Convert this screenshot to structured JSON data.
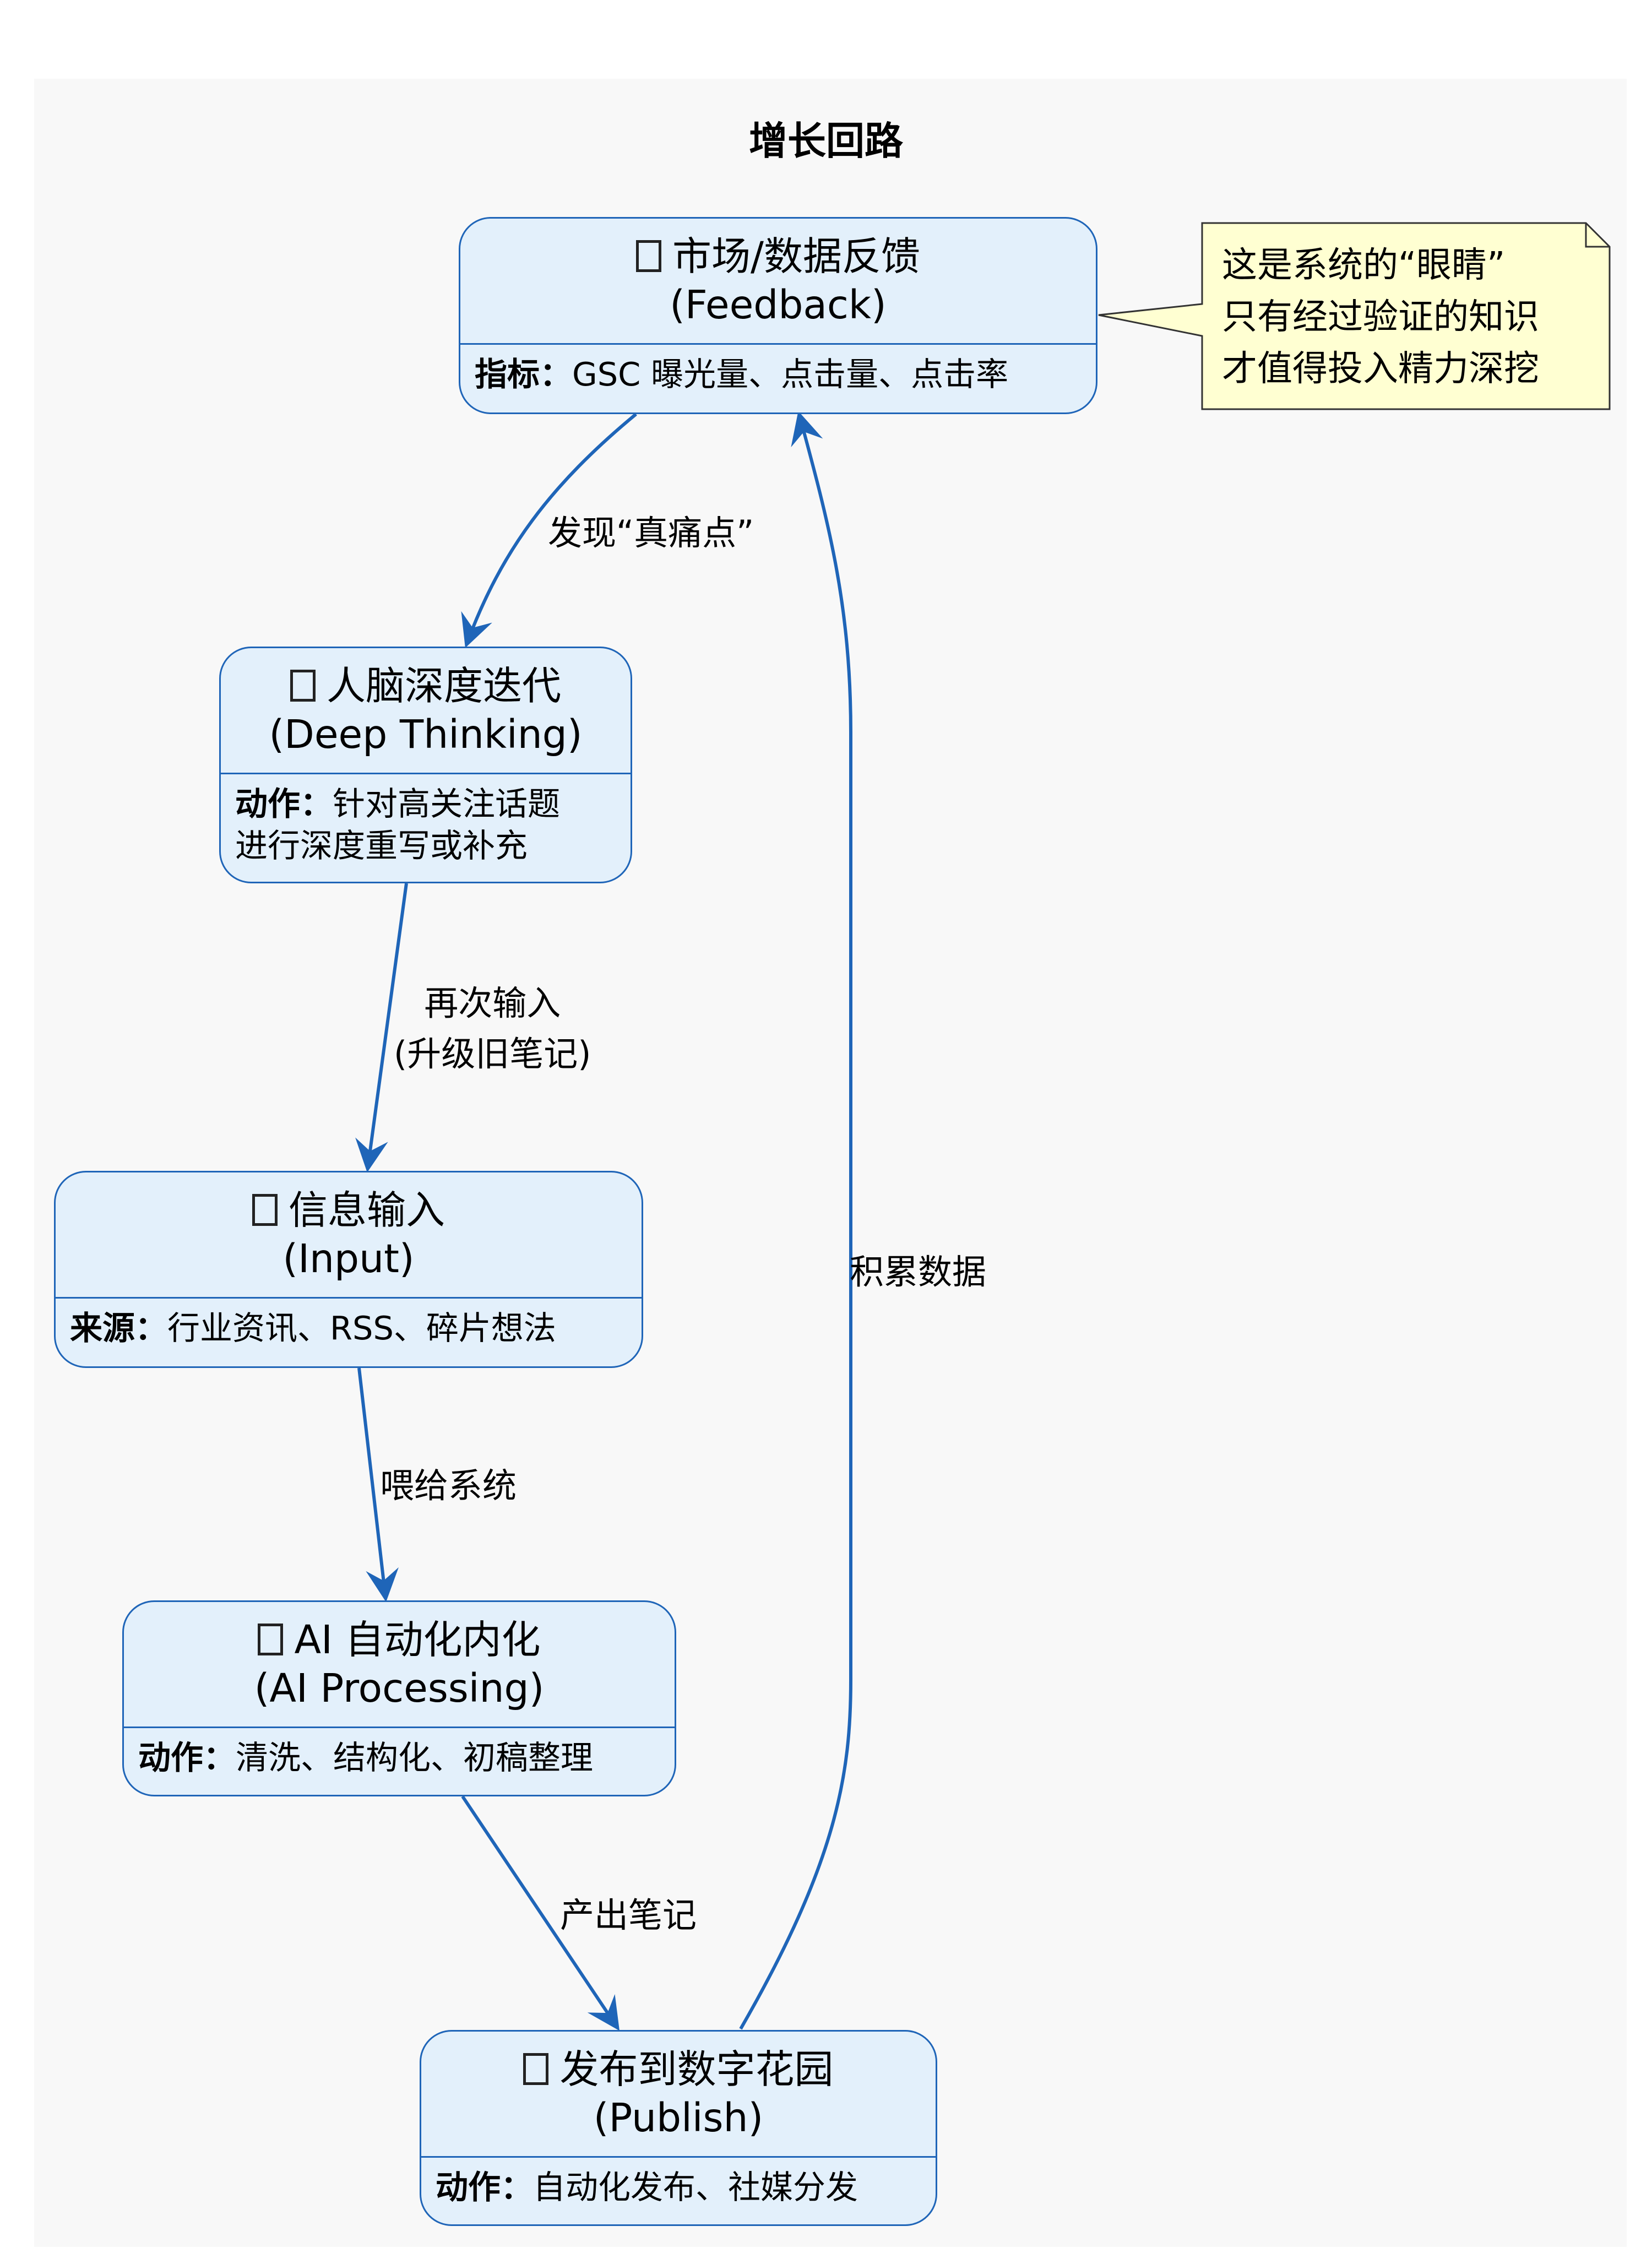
{
  "title": "增长回路",
  "nodes": {
    "feedback": {
      "title": "市场/数据反馈",
      "subtitle": "(Feedback)",
      "label": "指标：",
      "detail": "GSC 曝光量、点击量、点击率",
      "icon": "box-icon"
    },
    "deep_thinking": {
      "title": "人脑深度迭代",
      "subtitle": "(Deep Thinking)",
      "label": "动作：",
      "detail": "针对高关注话题",
      "detail2": "进行深度重写或补充",
      "icon": "box-icon"
    },
    "input": {
      "title": "信息输入",
      "subtitle": "(Input)",
      "label": "来源：",
      "detail": "行业资讯、RSS、碎片想法",
      "icon": "box-icon"
    },
    "ai_processing": {
      "title": "AI 自动化内化",
      "subtitle": "(AI Processing)",
      "label": "动作：",
      "detail": "清洗、结构化、初稿整理",
      "icon": "box-icon"
    },
    "publish": {
      "title": "发布到数字花园",
      "subtitle": "(Publish)",
      "label": "动作：",
      "detail": "自动化发布、社媒分发",
      "icon": "box-icon"
    }
  },
  "edges": {
    "feedback_to_deep": "发现“真痛点”",
    "deep_to_input_1": "再次输入",
    "deep_to_input_2": "(升级旧笔记)",
    "input_to_ai": "喂给系统",
    "ai_to_publish": "产出笔记",
    "publish_to_feedback": "积累数据"
  },
  "note": {
    "line1": "这是系统的“眼睛”",
    "line2": "只有经过验证的知识",
    "line3": "才值得投入精力深挖"
  },
  "colors": {
    "node_fill": "#e3f0fb",
    "node_border": "#1f65b8",
    "arrow": "#1f65b8",
    "note_fill": "#ffffd2",
    "background": "#f8f8f8"
  }
}
